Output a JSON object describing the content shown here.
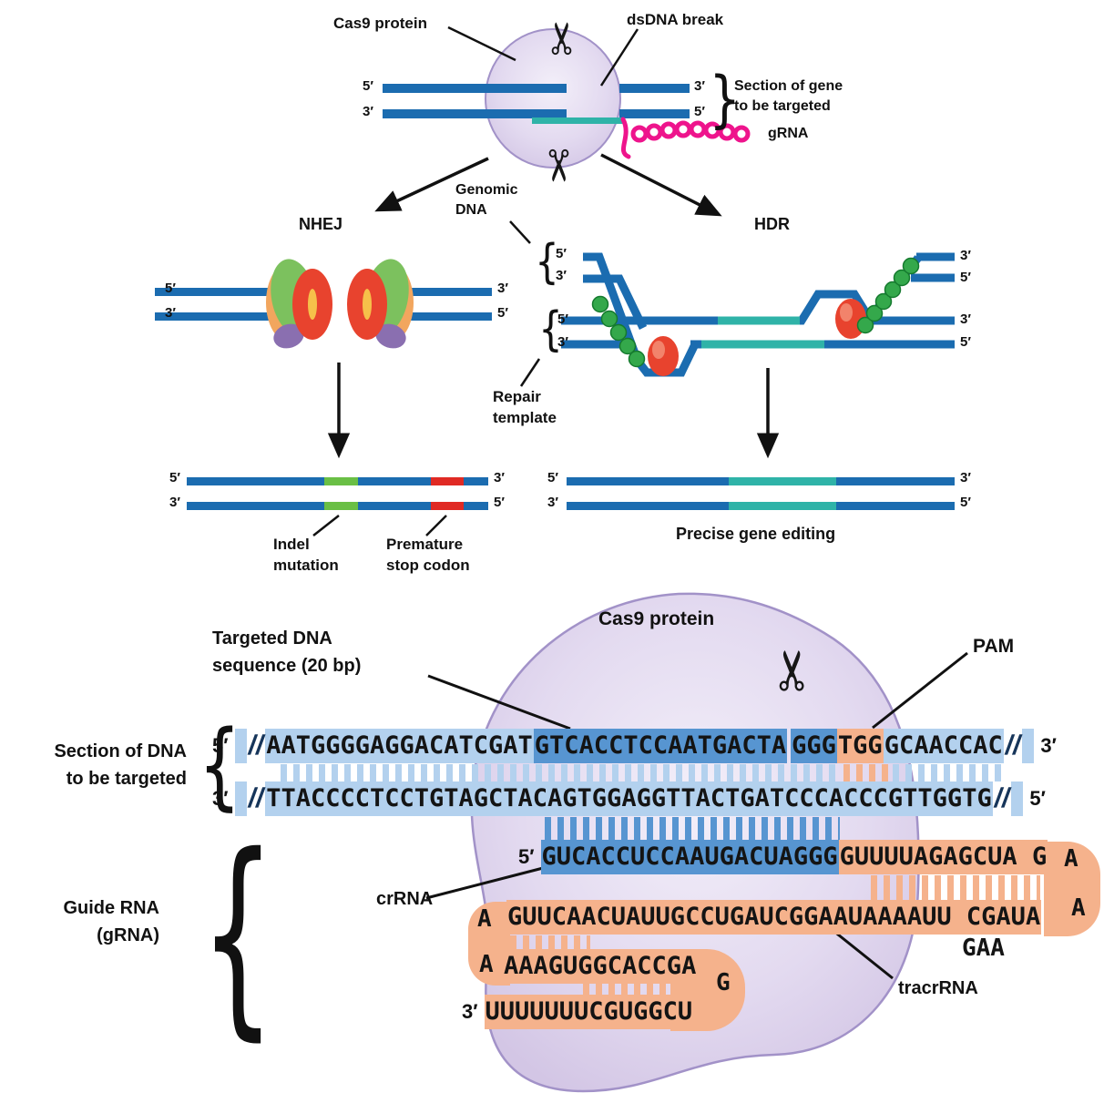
{
  "marks": {
    "five": "5′",
    "three": "3′",
    "brk": "//"
  },
  "colors": {
    "dna_blue": "#1b6cb0",
    "light_blue": "#b3d1ee",
    "mid_blue": "#5795d1",
    "orange": "#f5b28c",
    "teal": "#2fb3a8",
    "green_indel": "#6abf45",
    "red_stop": "#e02a24",
    "pink_grna": "#ee148c",
    "blob_fill": "#ded3ec",
    "blob_border": "#a292c8"
  },
  "top": {
    "cas9": "Cas9 protein",
    "dsdna": "dsDNA break",
    "section1": "Section of gene",
    "section2": "to be targeted",
    "grna": "gRNA",
    "genomic1": "Genomic",
    "genomic2": "DNA",
    "nhej": "NHEJ",
    "hdr": "HDR"
  },
  "nhej": {
    "indel1": "Indel",
    "indel2": "mutation",
    "stop1": "Premature",
    "stop2": "stop codon"
  },
  "hdr": {
    "repair1": "Repair",
    "repair2": "template",
    "precise": "Precise gene editing"
  },
  "bottom": {
    "cas9": "Cas9 protein",
    "targeted1": "Targeted DNA",
    "targeted2": "sequence (20 bp)",
    "pam": "PAM",
    "section1": "Section of DNA",
    "section2": "to be targeted",
    "guide1": "Guide RNA",
    "guide2": "(gRNA)",
    "crrna": "crRNA",
    "tracrrna": "tracrRNA",
    "gaa": "GAA",
    "dna_top": {
      "s1": "AATGGGGAGGACATCGAT",
      "s2": "GTCACCTCCAATGACTA",
      "s3": "GGG",
      "pam": "TGG",
      "s4": "GCAACCAC"
    },
    "dna_bottom": "TTACCCCTCCTGTAGCTACAGTGGAGGTTACTGATCCCACCCGTTGGTG",
    "grna": {
      "crrna_seq": "GUCACCUCCAAUGACUAGGG",
      "tracr1": "GUUUUAGAGCUA G",
      "loop_a1": "A",
      "loop_a2": "A",
      "line2": "GUUCAACUAUUGCCUGAUCGGAAUAAAAUU CGAUA",
      "left_a1": "A",
      "left_a2": "A",
      "line3": "AAAGUGGCACCGA",
      "turn_g": "G",
      "line4": "UUUUUUUCGUGGCU"
    }
  }
}
